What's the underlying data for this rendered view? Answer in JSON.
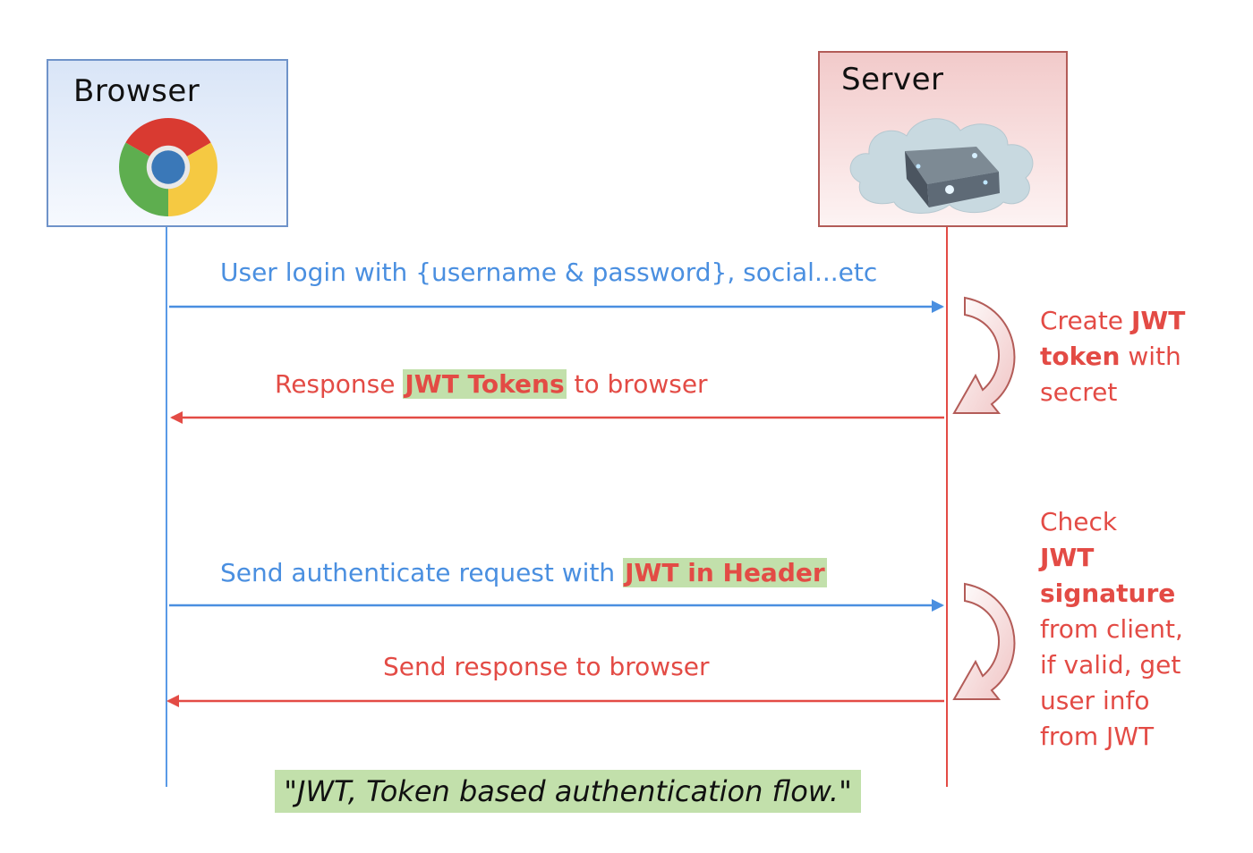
{
  "actors": {
    "browser": {
      "title": "Browser",
      "icon": "chrome-icon"
    },
    "server": {
      "title": "Server",
      "icon": "cloud-server-icon"
    }
  },
  "messages": [
    {
      "direction": "browser-to-server",
      "color": "#4a8fe0",
      "text": "User login with {username & password}, social...etc",
      "highlight": ""
    },
    {
      "direction": "server-to-browser",
      "color": "#e34b45",
      "text_before": "Response ",
      "highlight": "JWT Tokens",
      "text_after": " to browser"
    },
    {
      "direction": "browser-to-server",
      "color": "#4a8fe0",
      "text_before": "Send authenticate request with ",
      "highlight": "JWT in Header",
      "text_after": ""
    },
    {
      "direction": "server-to-browser",
      "color": "#e34b45",
      "text": "Send response to browser",
      "highlight": ""
    }
  ],
  "notes": [
    {
      "lines": [
        [
          {
            "t": "Create ",
            "b": false
          },
          {
            "t": "JWT",
            "b": true
          }
        ],
        [
          {
            "t": "token",
            "b": true
          },
          {
            "t": " with",
            "b": false
          }
        ],
        [
          {
            "t": "secret",
            "b": false
          }
        ]
      ]
    },
    {
      "lines": [
        [
          {
            "t": "Check",
            "b": false
          }
        ],
        [
          {
            "t": "JWT",
            "b": true
          }
        ],
        [
          {
            "t": "signature",
            "b": true
          }
        ],
        [
          {
            "t": "from client,",
            "b": false
          }
        ],
        [
          {
            "t": "if valid, get",
            "b": false
          }
        ],
        [
          {
            "t": "user info",
            "b": false
          }
        ],
        [
          {
            "t": "from JWT",
            "b": false
          }
        ]
      ]
    }
  ],
  "caption": "\"JWT, Token based authentication flow.\"",
  "colors": {
    "request": "#4a8fe0",
    "response": "#e34b45",
    "highlight": "#c2e0ab"
  }
}
